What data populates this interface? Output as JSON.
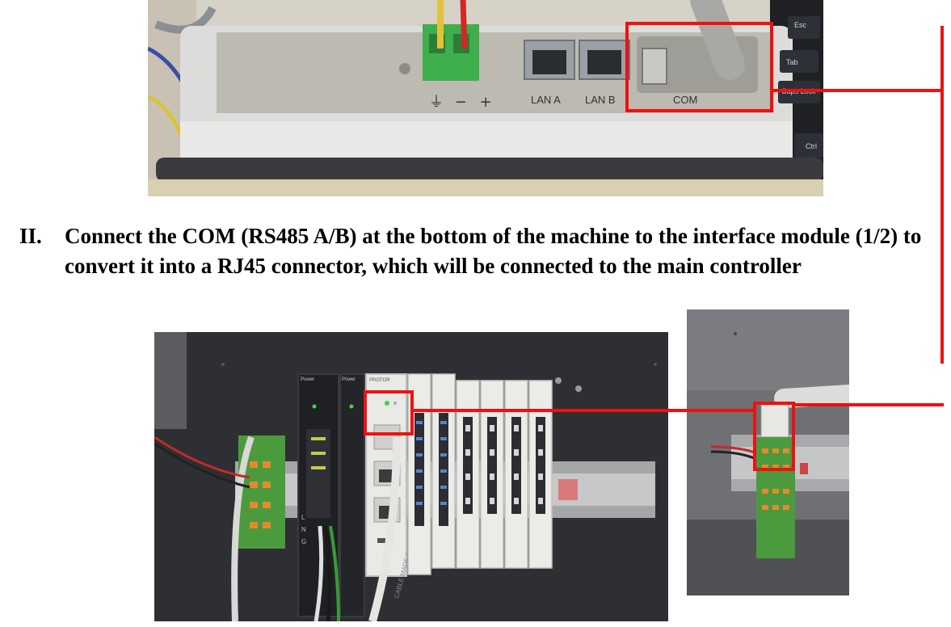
{
  "instruction": {
    "numeral": "II.",
    "text": "Connect the COM (RS485 A/B) at the bottom of the machine to the interface module (1/2) to convert it into a RJ45 connector, which will be connected to the main controller"
  },
  "top_photo": {
    "port_labels": [
      "LAN A",
      "LAN B",
      "COM"
    ],
    "power_symbols": [
      "⏚",
      "−",
      "+"
    ],
    "key_labels": [
      "Esc",
      "Tab",
      "Caps Lock",
      "Ctrl"
    ]
  },
  "bottom_photo": {
    "module_labels": [
      "Power",
      "Power",
      "PROTOR"
    ],
    "casing_text": "CABLE MADE IN CHINA",
    "power_terminal_labels": [
      "L",
      "N",
      "G"
    ]
  },
  "colors": {
    "callout": "#ee1111",
    "panel": "#2d2f33",
    "module_white": "#e9e9e6",
    "terminal_green": "#6fae4c"
  }
}
